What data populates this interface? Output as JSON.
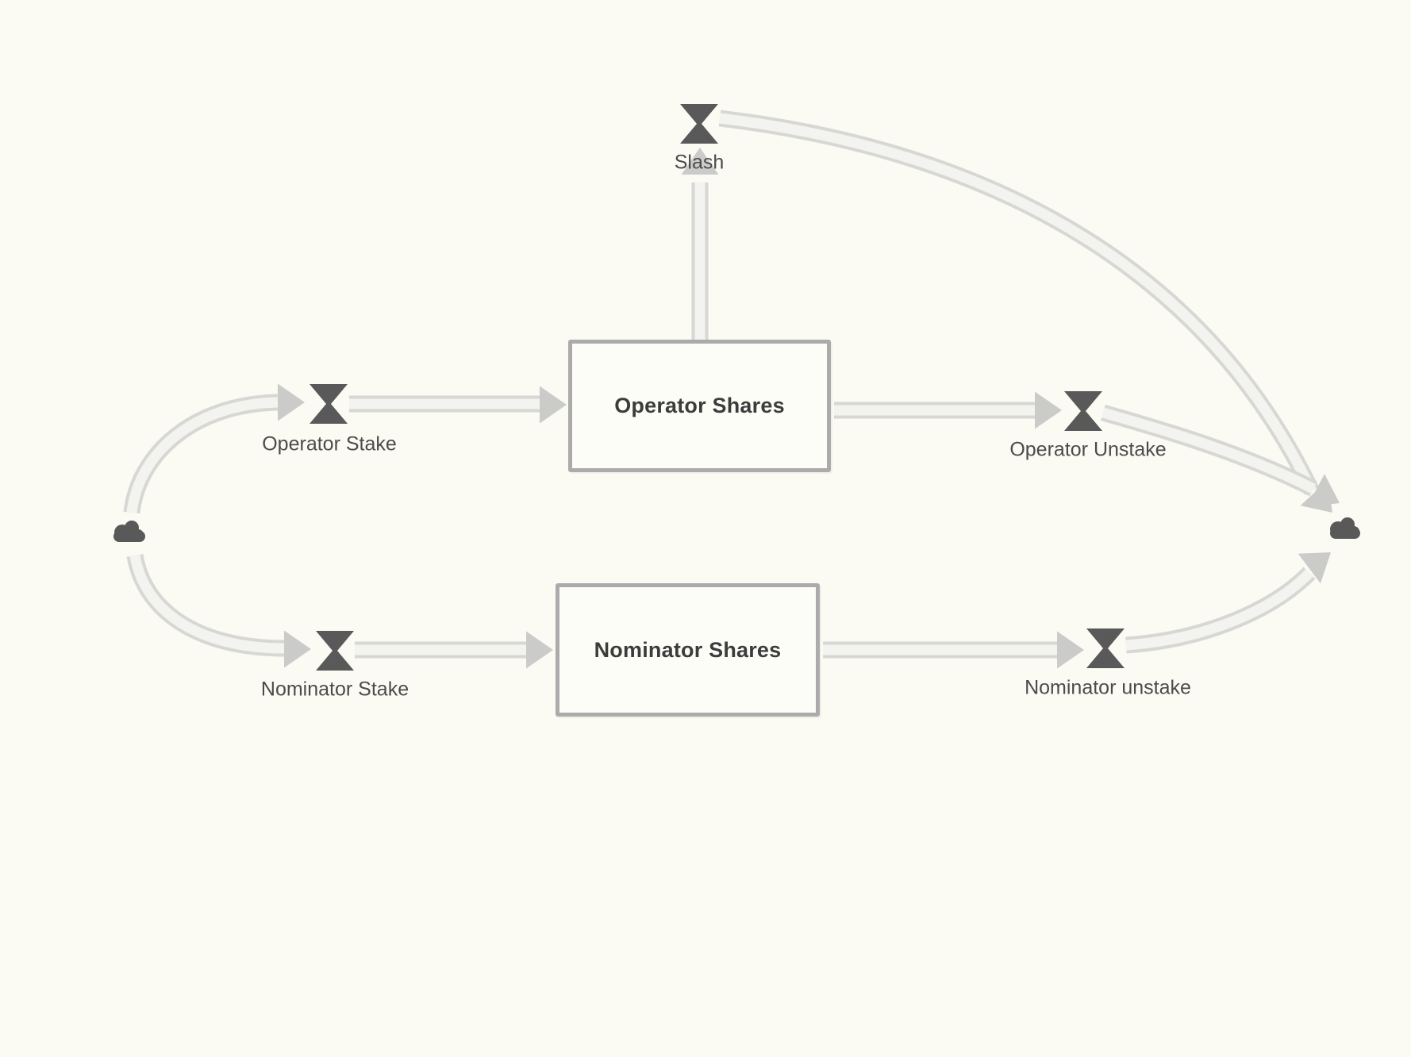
{
  "palette": {
    "background": "#fbfbf4",
    "pipe_edge": "#d7d7d4",
    "pipe_fill": "#f3f3f0",
    "arrowhead": "#cbcbc9",
    "element_dark": "#595959",
    "box_border": "#ababab",
    "box_fill": "#fdfdf8",
    "label_text": "#4b4b4b",
    "title_text": "#3c3c3c"
  },
  "stocks": [
    {
      "id": "operator-shares",
      "label": "Operator Shares"
    },
    {
      "id": "nominator-shares",
      "label": "Nominator Shares"
    }
  ],
  "flows": [
    {
      "id": "slash",
      "label": "Slash",
      "from": "operator-shares",
      "to": "sink-cloud"
    },
    {
      "id": "operator-stake",
      "label": "Operator Stake",
      "from": "source-cloud",
      "to": "operator-shares"
    },
    {
      "id": "operator-unstake",
      "label": "Operator Unstake",
      "from": "operator-shares",
      "to": "sink-cloud"
    },
    {
      "id": "nominator-stake",
      "label": "Nominator Stake",
      "from": "source-cloud",
      "to": "nominator-shares"
    },
    {
      "id": "nominator-unstake",
      "label": "Nominator unstake",
      "from": "nominator-shares",
      "to": "sink-cloud"
    }
  ],
  "clouds": [
    {
      "id": "source-cloud",
      "role": "source"
    },
    {
      "id": "sink-cloud",
      "role": "sink"
    }
  ]
}
